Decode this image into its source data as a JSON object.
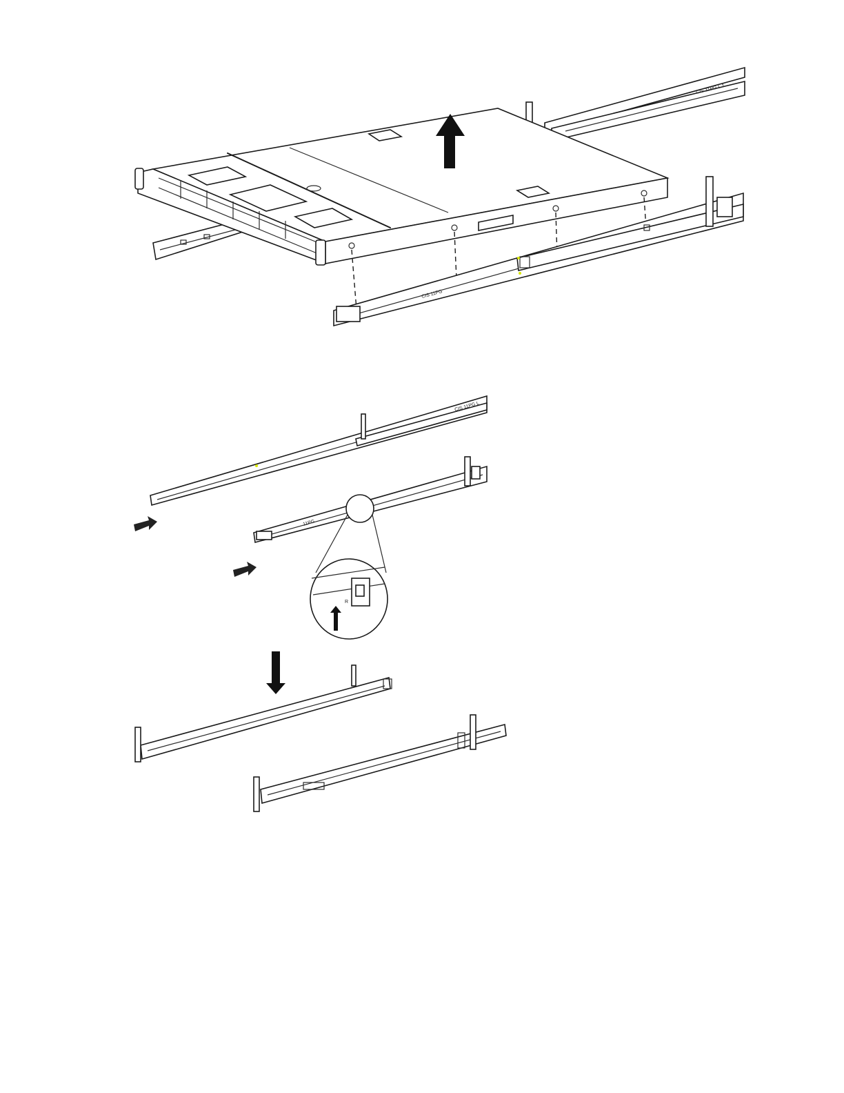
{
  "figure1": {
    "rail_label_top": "CIS  11PG  L  1",
    "rail_label_front": "CIS  11PG"
  },
  "figure2": {
    "rail_label_upper": "CIS  11PG  L",
    "rail_label_lower": "11PG",
    "detail_label": "R"
  },
  "colors": {
    "ink": "#1a1a1a",
    "arrow": "#111111",
    "accent": "#d8e600"
  }
}
